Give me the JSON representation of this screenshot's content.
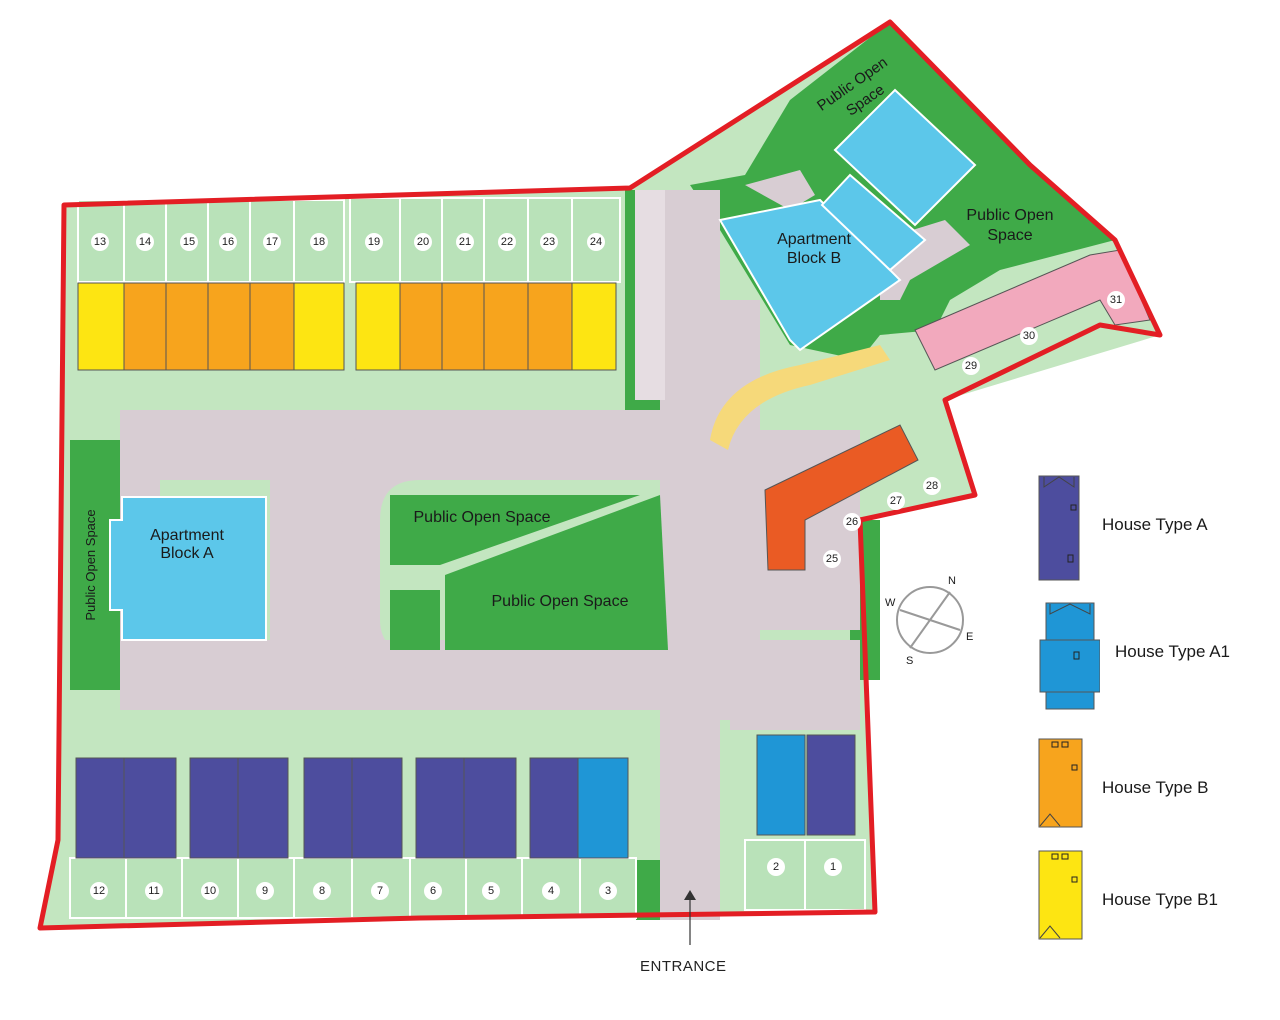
{
  "colors": {
    "site_boundary": "#e31e24",
    "grass": "#3faa48",
    "garden": "#b9e2b9",
    "road": "#d8cdd3",
    "apartment": "#5cc7ea",
    "house_type_a": "#4d4d9e",
    "house_type_a1": "#1f96d6",
    "house_type_b": "#f7a41d",
    "house_type_b1": "#fde512",
    "pink_terrace": "#f2a9bd",
    "orange_terrace": "#ea5b24",
    "path": "#f6d97a"
  },
  "labels": {
    "apartment_a_line1": "Apartment",
    "apartment_a_line2": "Block A",
    "apartment_b_line1": "Apartment",
    "apartment_b_line2": "Block B",
    "pos_north_line1": "Public Open",
    "pos_north_line2": "Space",
    "pos_ne_line1": "Public Open",
    "pos_ne_line2": "Space",
    "pos_west": "Public Open Space",
    "pos_center_1": "Public Open Space",
    "pos_center_2": "Public Open Space",
    "entrance": "ENTRANCE"
  },
  "compass": {
    "n": "N",
    "e": "E",
    "s": "S",
    "w": "W"
  },
  "plots": {
    "top_row": [
      "13",
      "14",
      "15",
      "16",
      "17",
      "18",
      "19",
      "20",
      "21",
      "22",
      "23",
      "24"
    ],
    "bottom_row": [
      "12",
      "11",
      "10",
      "9",
      "8",
      "7",
      "6",
      "5",
      "4",
      "3"
    ],
    "bottom_right": [
      "2",
      "1"
    ],
    "orange_block": [
      "25",
      "26",
      "27",
      "28"
    ],
    "pink_block": [
      "29",
      "30",
      "31"
    ]
  },
  "legend": [
    {
      "label": "House Type A",
      "icon": "house-type-a-icon"
    },
    {
      "label": "House Type A1",
      "icon": "house-type-a1-icon"
    },
    {
      "label": "House Type B",
      "icon": "house-type-b-icon"
    },
    {
      "label": "House Type B1",
      "icon": "house-type-b1-icon"
    }
  ]
}
